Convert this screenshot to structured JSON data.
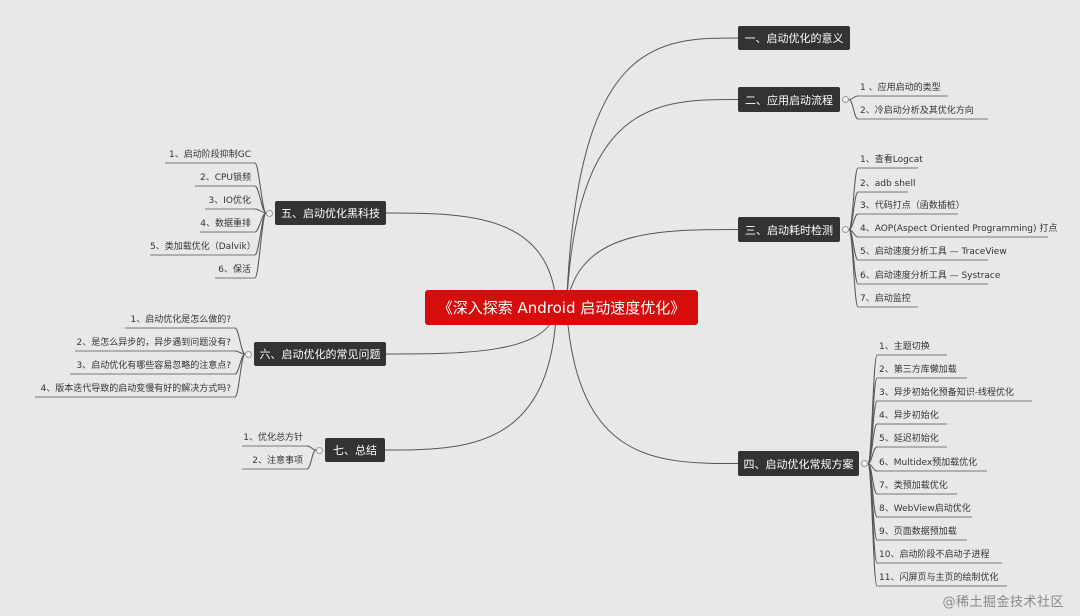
{
  "central": "《深入探索 Android 启动速度优化》",
  "branches": [
    {
      "label": "一、启动优化的意义",
      "children": []
    },
    {
      "label": "二、应用启动流程",
      "children": [
        "1 、应用启动的类型",
        "2、冷启动分析及其优化方向"
      ]
    },
    {
      "label": "三、启动耗时检测",
      "children": [
        "1、查看Logcat",
        "2、adb shell",
        "3、代码打点（函数插桩）",
        "4、AOP(Aspect Oriented Programming) 打点",
        "5、启动速度分析工具 — TraceView",
        "6、启动速度分析工具 — Systrace",
        "7、启动监控"
      ]
    },
    {
      "label": "四、启动优化常规方案",
      "children": [
        "1、主题切换",
        "2、第三方库懒加载",
        "3、异步初始化预备知识-线程优化",
        "4、异步初始化",
        "5、延迟初始化",
        "6、Multidex预加载优化",
        "7、类预加载优化",
        "8、WebView启动优化",
        "9、页面数据预加载",
        "10、启动阶段不启动子进程",
        "11、闪屏页与主页的绘制优化"
      ]
    },
    {
      "label": "五、启动优化黑科技",
      "children": [
        "1、启动阶段抑制GC",
        "2、CPU锁频",
        "3、IO优化",
        "4、数据重排",
        "5、类加载优化（Dalvik）",
        "6、保活"
      ]
    },
    {
      "label": "六、启动优化的常见问题",
      "children": [
        "1、启动优化是怎么做的?",
        "2、是怎么异步的，异步遇到问题没有?",
        "3、启动优化有哪些容易忽略的注意点?",
        "4、版本迭代导致的启动变慢有好的解决方式吗?"
      ]
    },
    {
      "label": "七、总结",
      "children": [
        "1、优化总方针",
        "2、注意事项"
      ]
    }
  ],
  "watermark": "@稀土掘金技术社区"
}
